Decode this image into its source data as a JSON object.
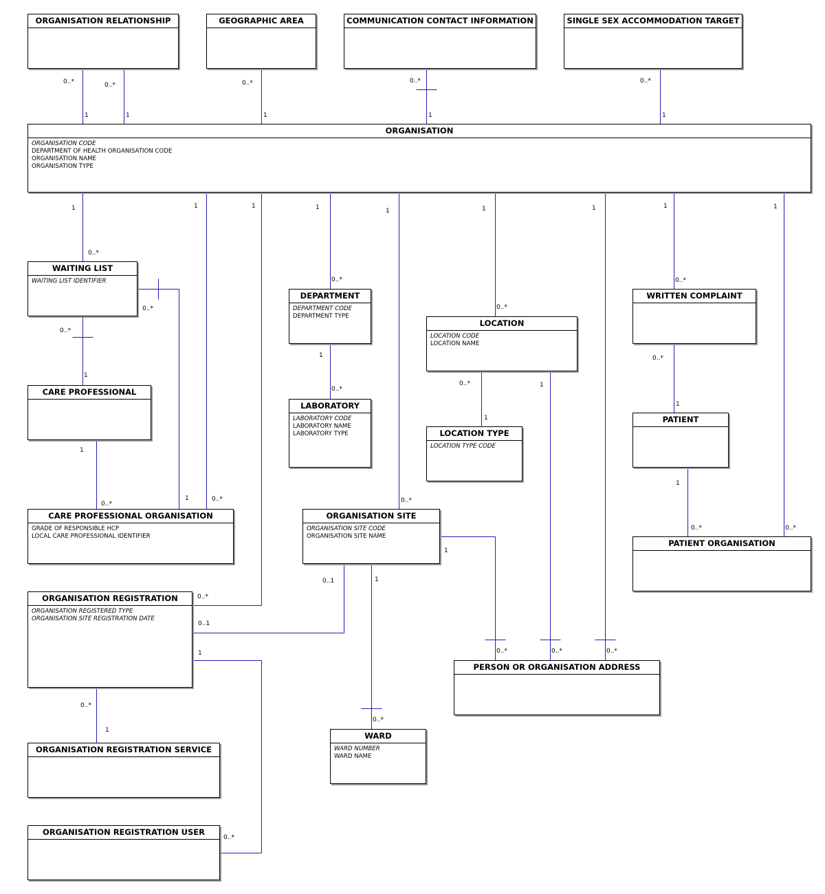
{
  "entities": [
    {
      "id": "org_relationship",
      "name": "ORGANISATION RELATIONSHIP",
      "attrs": []
    },
    {
      "id": "geographic_area",
      "name": "GEOGRAPHIC AREA",
      "attrs": []
    },
    {
      "id": "comm_contact",
      "name": "COMMUNICATION CONTACT INFORMATION",
      "attrs": []
    },
    {
      "id": "single_sex",
      "name": "SINGLE SEX ACCOMMODATION TARGET",
      "attrs": []
    },
    {
      "id": "organisation",
      "name": "ORGANISATION",
      "attrs": [
        {
          "text": "ORGANISATION CODE",
          "key": true
        },
        {
          "text": "DEPARTMENT OF HEALTH ORGANISATION CODE",
          "key": false
        },
        {
          "text": "ORGANISATION NAME",
          "key": false
        },
        {
          "text": "ORGANISATION TYPE",
          "key": false
        }
      ]
    },
    {
      "id": "waiting_list",
      "name": "WAITING LIST",
      "attrs": [
        {
          "text": "WAITING LIST IDENTIFIER",
          "key": true
        }
      ]
    },
    {
      "id": "department",
      "name": "DEPARTMENT",
      "attrs": [
        {
          "text": "DEPARTMENT CODE",
          "key": true
        },
        {
          "text": "DEPARTMENT TYPE",
          "key": false
        }
      ]
    },
    {
      "id": "location",
      "name": "LOCATION",
      "attrs": [
        {
          "text": "LOCATION CODE",
          "key": true
        },
        {
          "text": "LOCATION NAME",
          "key": false
        }
      ]
    },
    {
      "id": "written_complaint",
      "name": "WRITTEN COMPLAINT",
      "attrs": []
    },
    {
      "id": "care_professional",
      "name": "CARE PROFESSIONAL",
      "attrs": []
    },
    {
      "id": "laboratory",
      "name": "LABORATORY",
      "attrs": [
        {
          "text": "LABORATORY CODE",
          "key": true
        },
        {
          "text": "LABORATORY NAME",
          "key": false
        },
        {
          "text": "LABORATORY TYPE",
          "key": false
        }
      ]
    },
    {
      "id": "location_type",
      "name": "LOCATION TYPE",
      "attrs": [
        {
          "text": "LOCATION TYPE CODE",
          "key": true
        }
      ]
    },
    {
      "id": "patient",
      "name": "PATIENT",
      "attrs": []
    },
    {
      "id": "care_prof_org",
      "name": "CARE PROFESSIONAL ORGANISATION",
      "attrs": [
        {
          "text": "GRADE OF RESPONSIBLE HCP",
          "key": false
        },
        {
          "text": "LOCAL CARE PROFESSIONAL IDENTIFIER",
          "key": false
        }
      ]
    },
    {
      "id": "org_site",
      "name": "ORGANISATION SITE",
      "attrs": [
        {
          "text": "ORGANISATION SITE CODE",
          "key": true
        },
        {
          "text": "ORGANISATION SITE NAME",
          "key": false
        }
      ]
    },
    {
      "id": "patient_org",
      "name": "PATIENT ORGANISATION",
      "attrs": []
    },
    {
      "id": "org_registration",
      "name": "ORGANISATION REGISTRATION",
      "attrs": [
        {
          "text": "ORGANISATION REGISTERED TYPE",
          "key": true
        },
        {
          "text": "ORGANISATION SITE REGISTRATION DATE",
          "key": true
        }
      ]
    },
    {
      "id": "person_org_address",
      "name": "PERSON OR ORGANISATION ADDRESS",
      "attrs": []
    },
    {
      "id": "org_reg_service",
      "name": "ORGANISATION REGISTRATION SERVICE",
      "attrs": []
    },
    {
      "id": "ward",
      "name": "WARD",
      "attrs": [
        {
          "text": "WARD NUMBER",
          "key": true
        },
        {
          "text": "WARD NAME",
          "key": false
        }
      ]
    },
    {
      "id": "org_reg_user",
      "name": "ORGANISATION REGISTRATION USER",
      "attrs": []
    }
  ],
  "relationships": [
    {
      "id": "r01",
      "labels": [
        "0..*",
        "1"
      ]
    },
    {
      "id": "r02",
      "labels": [
        "0..*",
        "1"
      ]
    },
    {
      "id": "r03",
      "labels": [
        "0..*",
        "1"
      ]
    },
    {
      "id": "r04",
      "labels": [
        "0..*",
        "1"
      ]
    },
    {
      "id": "r05",
      "labels": [
        "0..*",
        "1"
      ]
    },
    {
      "id": "r06",
      "labels": [
        "1",
        "0..*"
      ]
    },
    {
      "id": "r07",
      "labels": [
        "1",
        "0..*"
      ]
    },
    {
      "id": "r08",
      "labels": [
        "1",
        "0..*"
      ]
    },
    {
      "id": "r09",
      "labels": [
        "1",
        "0..*"
      ]
    },
    {
      "id": "r10",
      "labels": [
        "1",
        "0..*"
      ]
    },
    {
      "id": "r11",
      "labels": [
        "1",
        "0..*"
      ]
    },
    {
      "id": "r12",
      "labels": [
        "1",
        "0..*"
      ]
    },
    {
      "id": "r13",
      "labels": [
        "1",
        "0..*"
      ]
    },
    {
      "id": "r14",
      "labels": [
        "1",
        "0..*"
      ]
    },
    {
      "id": "r15",
      "labels": [
        "0..*",
        "1"
      ]
    },
    {
      "id": "r16",
      "labels": [
        "1",
        "0..*"
      ]
    },
    {
      "id": "r17",
      "labels": [
        "0..*",
        "1"
      ]
    },
    {
      "id": "r18",
      "labels": [
        "1",
        "0..*"
      ]
    },
    {
      "id": "r19",
      "labels": [
        "0..*",
        "1"
      ]
    },
    {
      "id": "r20",
      "labels": [
        "0..*",
        "1"
      ]
    },
    {
      "id": "r21",
      "labels": [
        "0..*",
        "1"
      ]
    },
    {
      "id": "r22",
      "labels": [
        "1",
        "0..*"
      ]
    },
    {
      "id": "r23",
      "labels": [
        "1",
        "0..*"
      ]
    },
    {
      "id": "r24",
      "labels": [
        "1",
        "0..*"
      ]
    },
    {
      "id": "r25",
      "labels": [
        "1",
        "0..*"
      ]
    },
    {
      "id": "r26",
      "labels": [
        "0..1",
        "0..1"
      ]
    },
    {
      "id": "r27",
      "labels": [
        "0..*",
        "1"
      ]
    },
    {
      "id": "r28",
      "labels": [
        "1",
        "0..*"
      ]
    }
  ]
}
